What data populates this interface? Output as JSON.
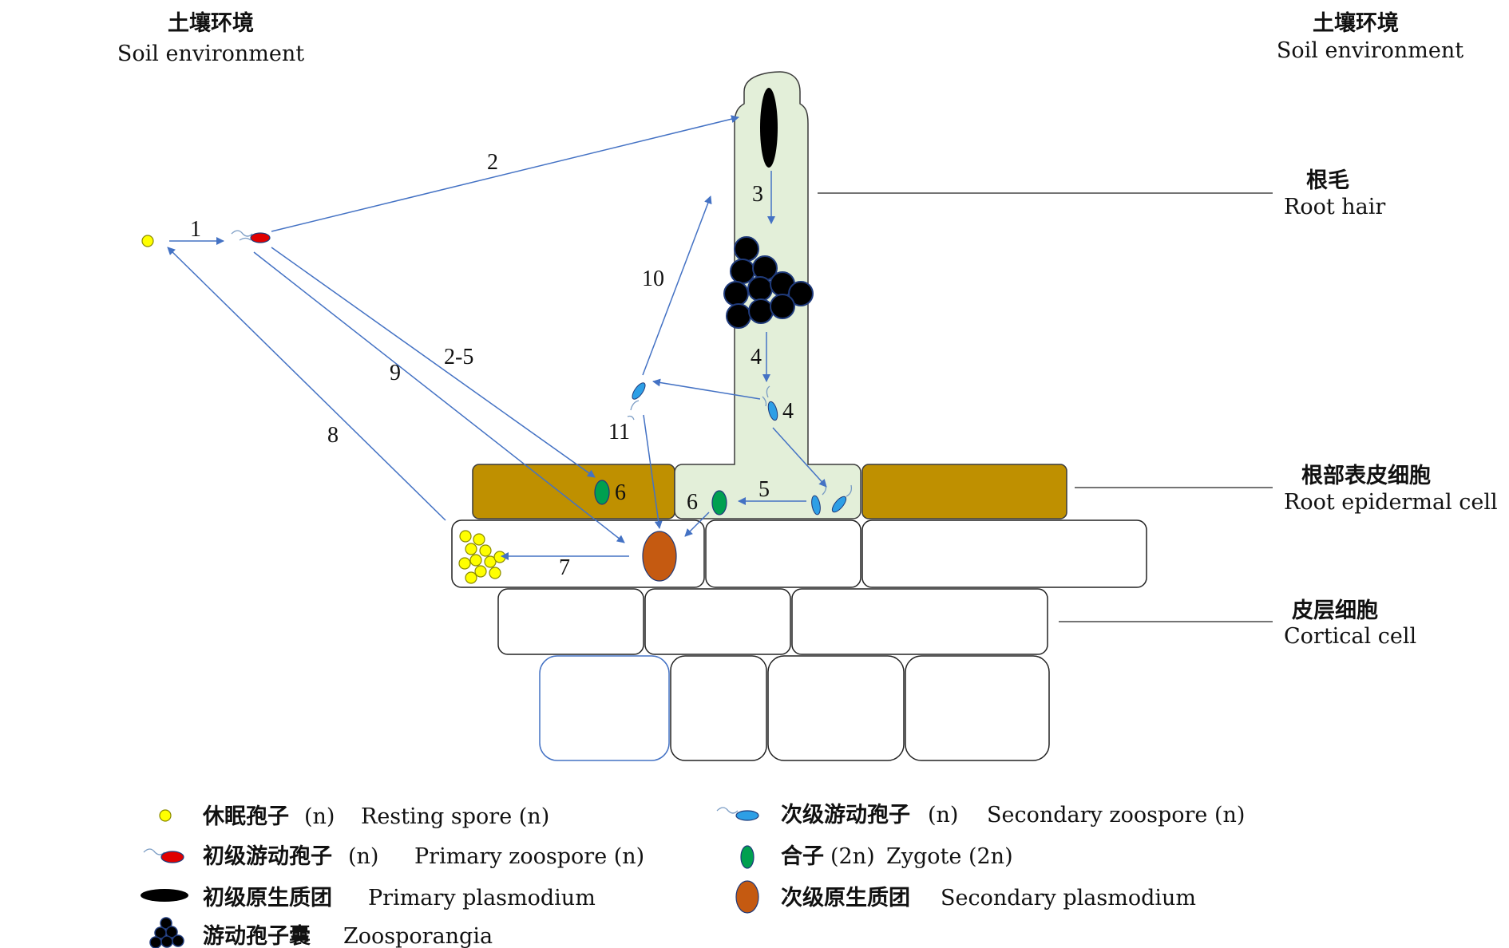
{
  "soil_left": {
    "zh": "土壤环境",
    "en": "Soil environment"
  },
  "soil_right": {
    "zh": "土壤环境",
    "en": "Soil environment"
  },
  "root_hair": {
    "zh": "根毛",
    "en": "Root hair"
  },
  "epidermal": {
    "zh": "根部表皮细胞",
    "en": "Root epidermal cell"
  },
  "cortical": {
    "zh": "皮层细胞",
    "en": "Cortical cell"
  },
  "steps": [
    "1",
    "2",
    "3",
    "4",
    "4",
    "5",
    "6",
    "6",
    "7",
    "8",
    "9",
    "2-5",
    "10",
    "11"
  ],
  "legend": {
    "resting": {
      "zh": "休眠孢子",
      "suffix": "(n)",
      "en": "Resting spore (n)"
    },
    "primary_zoo": {
      "zh": "初级游动孢子",
      "suffix": " (n)",
      "en": "Primary zoospore (n)"
    },
    "primary_plas": {
      "zh": "初级原生质团",
      "en": "Primary plasmodium"
    },
    "zoosporangia": {
      "zh": "游动孢子囊",
      "en": "Zoosporangia"
    },
    "secondary_zoo": {
      "zh": "次级游动孢子",
      "suffix": "(n)",
      "en": "Secondary zoospore (n)"
    },
    "zygote": {
      "zh": "合子",
      "suffix": "(2n)",
      "en": "Zygote (2n)"
    },
    "secondary_plas": {
      "zh": "次级原生质团",
      "en": "Secondary plasmodium"
    }
  },
  "colors": {
    "root_hair_fill": "#e3efd9",
    "epidermal_fill": "#bf9000",
    "arrow": "#4472c4",
    "resting_spore": "#ffff00",
    "primary_zoospore": "#e00000",
    "secondary_zoospore": "#2e9fe6",
    "zygote": "#00a050",
    "secondary_plasmodium": "#c55a11"
  }
}
